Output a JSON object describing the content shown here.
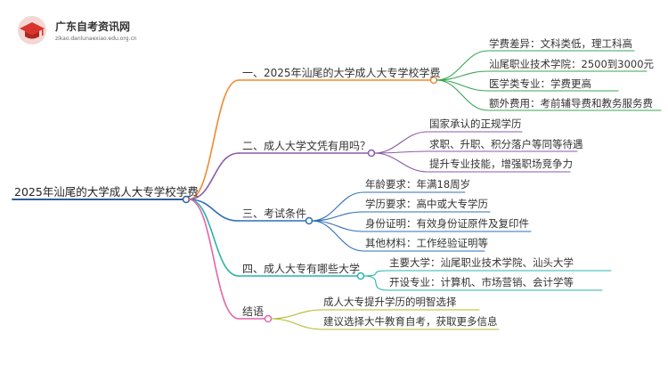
{
  "logo": {
    "name": "广东自考资讯网",
    "url_text": "zikao.danlunaexiao.edu.org.cn",
    "color": "#d9342b",
    "icon": "graduation-cap-icon"
  },
  "root": {
    "label": "2025年汕尾的大学成人大专学校学费",
    "color": "#2f5d9e"
  },
  "branches": [
    {
      "label": "一、2025年汕尾的大学成人大专学校学费",
      "color": "#f0892f",
      "leaf_color": "#3aa655",
      "leaves": [
        "学费差异：文科类低，理工科高",
        "汕尾职业技术学院：2500到3000元",
        "医学类专业：学费更高",
        "额外费用：考前辅导费和教务服务费"
      ]
    },
    {
      "label": "二、成人大学文凭有用吗？",
      "color": "#8a5aa8",
      "leaf_color": "#8a5aa8",
      "leaves": [
        "国家承认的正规学历",
        "求职、升职、积分落户等同等待遇",
        "提升专业技能，增强职场竞争力"
      ]
    },
    {
      "label": "三、考试条件",
      "color": "#2f6fb5",
      "leaf_color": "#2f6fb5",
      "leaves": [
        "年龄要求：年满18周岁",
        "学历要求：高中或大专学历",
        "身份证明：有效身份证原件及复印件",
        "其他材料：工作经验证明等"
      ]
    },
    {
      "label": "四、成人大专有哪些大学",
      "color": "#2bb3ad",
      "leaf_color": "#2bb3ad",
      "leaves": [
        "主要大学：汕尾职业技术学院、汕头大学",
        "开设专业：计算机、市场营销、会计学等"
      ]
    },
    {
      "label": "结语",
      "color": "#e065a8",
      "leaf_color": "#b8b82e",
      "leaves": [
        "成人大专提升学历的明智选择",
        "建议选择大牛教育自考，获取更多信息"
      ]
    }
  ]
}
